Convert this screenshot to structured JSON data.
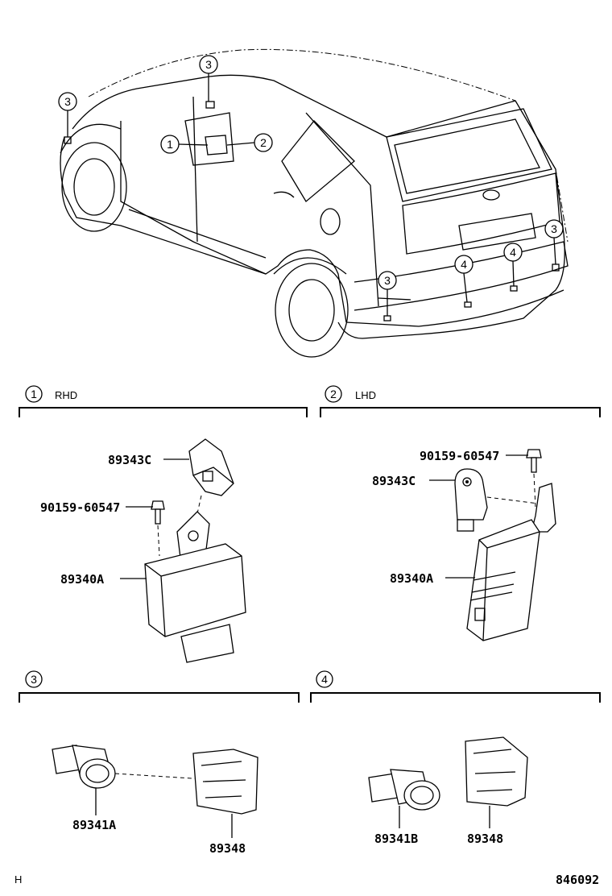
{
  "callouts": {
    "c1": "1",
    "c2": "2",
    "c3": "3",
    "c4": "4"
  },
  "sections": [
    {
      "number": "1",
      "label": "RHD"
    },
    {
      "number": "2",
      "label": "LHD"
    },
    {
      "number": "3",
      "label": ""
    },
    {
      "number": "4",
      "label": ""
    }
  ],
  "parts": {
    "rhd_sensor": "89343C",
    "rhd_bolt": "90159-60547",
    "rhd_ecu": "89340A",
    "lhd_bolt": "90159-60547",
    "lhd_sensor": "89343C",
    "lhd_ecu": "89340A",
    "s3_sensor": "89341A",
    "s3_retainer": "89348",
    "s4_sensor": "89341B",
    "s4_retainer": "89348"
  },
  "footer": {
    "left": "H",
    "right": "846092"
  }
}
